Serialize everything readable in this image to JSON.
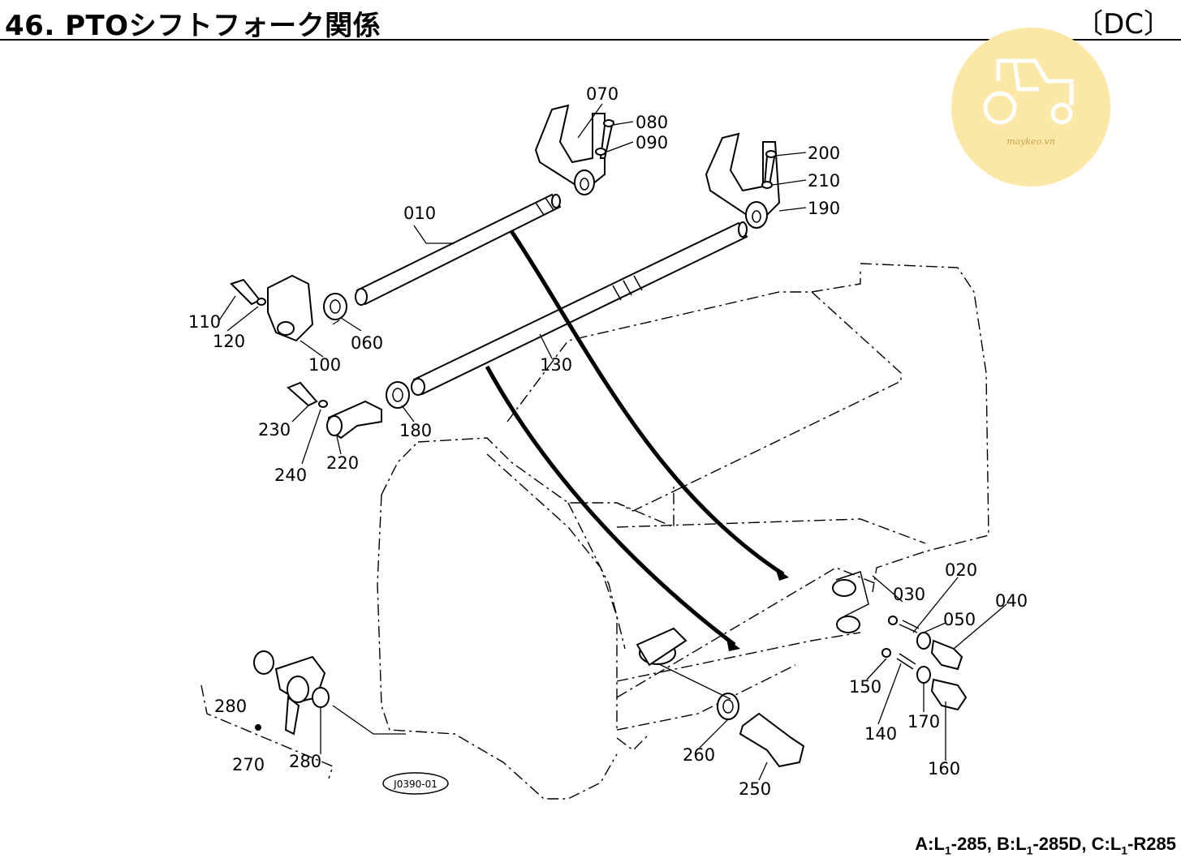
{
  "header": {
    "title": "46. PTOシフトフォーク関係",
    "code": "〔DC〕"
  },
  "watermark": {
    "icon": "tractor-logo",
    "text": "maykeo.vn",
    "color": "#fbe7a6"
  },
  "figure_id": "J0390-01",
  "footer": {
    "parts": [
      {
        "prefix": "A:L",
        "sub": "1",
        "suffix": "-285, "
      },
      {
        "prefix": "B:L",
        "sub": "1",
        "suffix": "-285D, "
      },
      {
        "prefix": "C:L",
        "sub": "1",
        "suffix": "-R285"
      }
    ]
  },
  "labels": {
    "l070": "070",
    "l080": "080",
    "l090": "090",
    "l200": "200",
    "l210": "210",
    "l190": "190",
    "l010": "010",
    "l110": "110",
    "l120": "120",
    "l060": "060",
    "l100": "100",
    "l130": "130",
    "l230": "230",
    "l240": "240",
    "l220": "220",
    "l180": "180",
    "l020": "020",
    "l030": "030",
    "l040": "040",
    "l050": "050",
    "l150": "150",
    "l140": "140",
    "l170": "170",
    "l160": "160",
    "l260": "260",
    "l250": "250",
    "l280a": "280",
    "l270": "270",
    "l280b": "280"
  }
}
